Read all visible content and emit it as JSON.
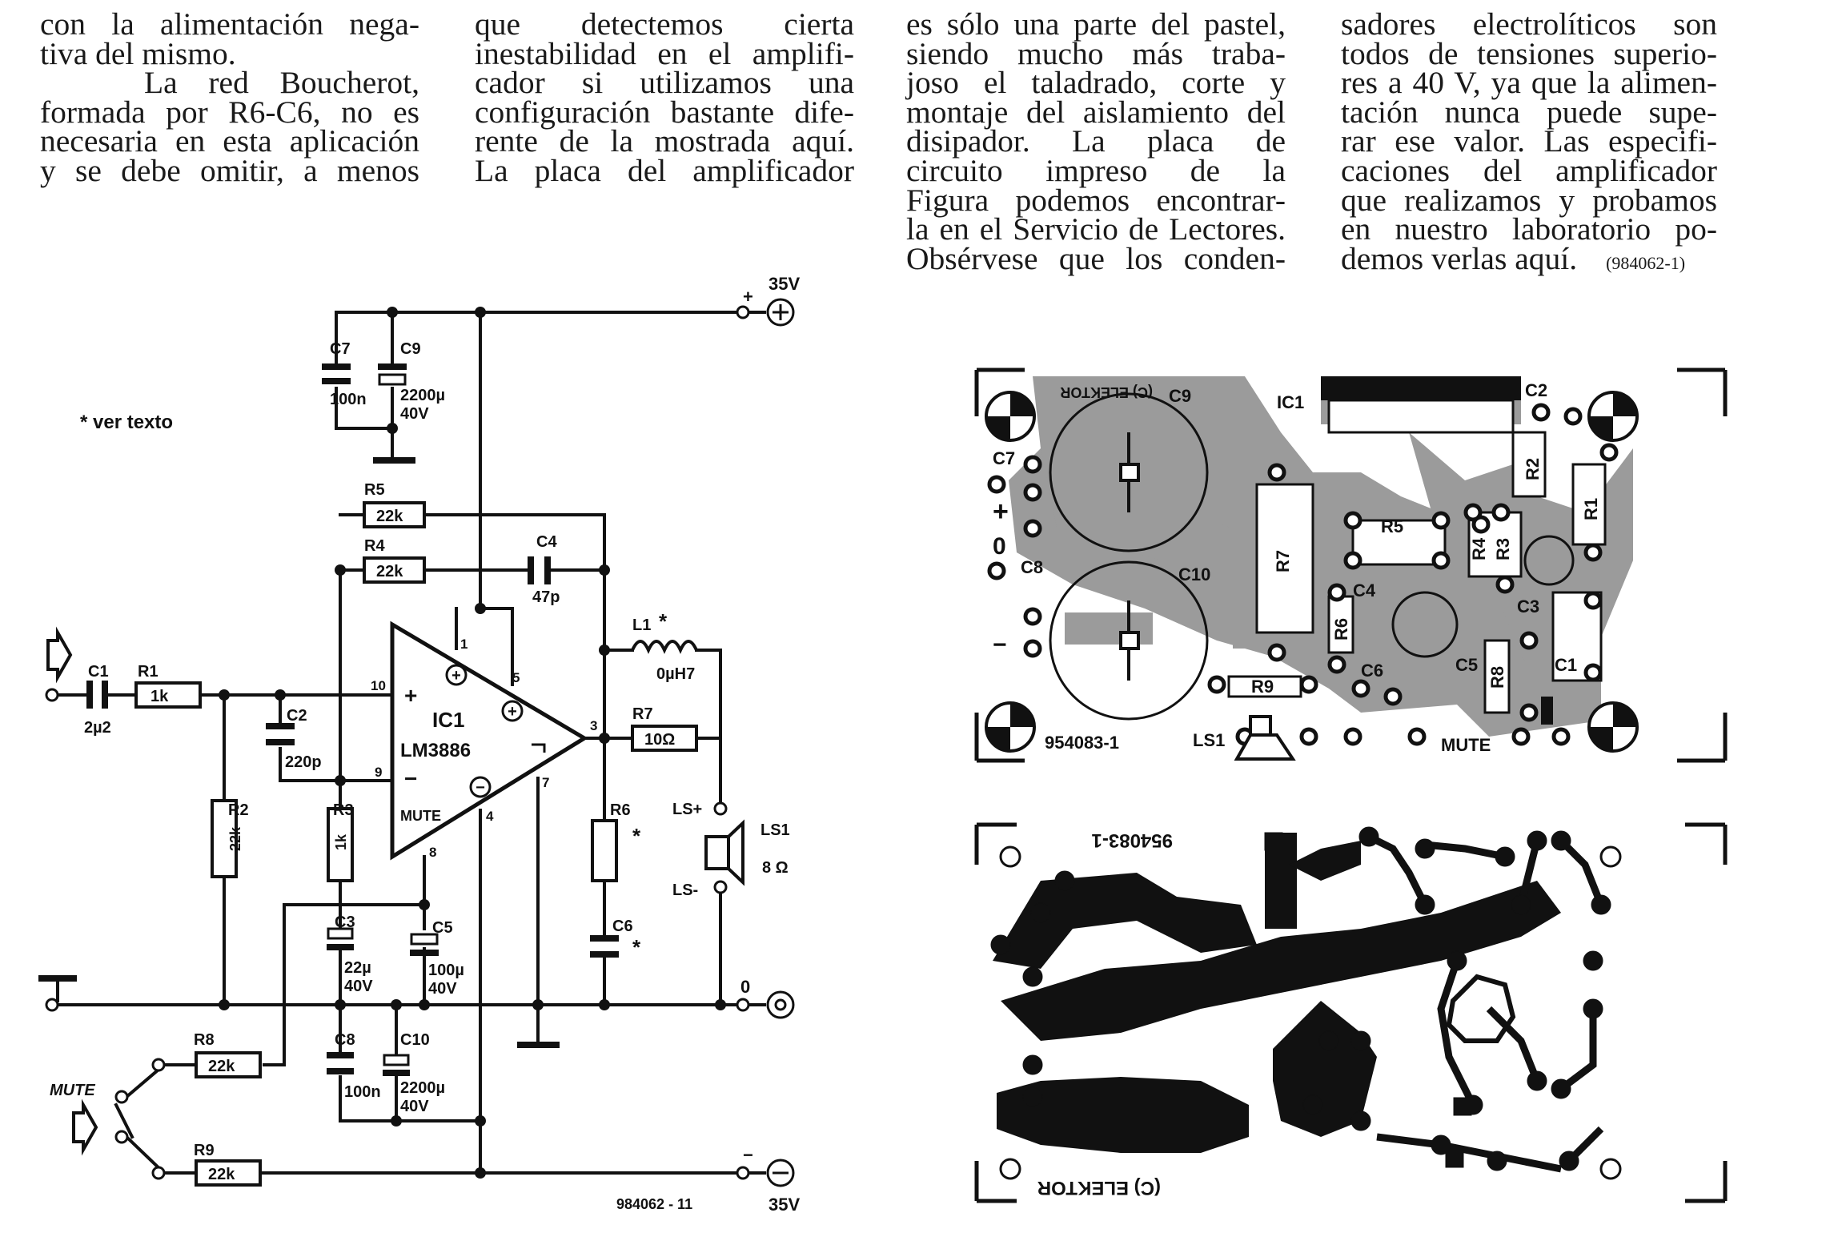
{
  "article": {
    "col1": [
      "con la alimentación nega-",
      "tiva del mismo.",
      "La red Boucherot,",
      "formada por R6-C6, no es",
      "necesaria en esta aplicación",
      "y se debe omitir, a menos"
    ],
    "col2": [
      "que detectemos cierta",
      "inestabilidad en el amplifi-",
      "cador si utilizamos una",
      "configuración bastante dife-",
      "rente de la mostrada aquí.",
      "La placa del amplificador"
    ],
    "col3": [
      "es sólo una parte del pastel,",
      "siendo mucho más traba-",
      "joso el taladrado, corte y",
      "montaje del aislamiento del",
      "disipador. La placa de",
      "circuito impreso de la",
      "Figura podemos encontrar-",
      "la en el Servicio de Lectores.",
      "Obsérvese que los conden-"
    ],
    "col4": [
      "sadores electrolíticos son",
      "todos de tensiones superio-",
      "res a 40 V, ya que la alimen-",
      "tación nunca puede supe-",
      "rar ese valor. Las especifi-",
      "caciones del amplificador",
      "que realizamos y probamos",
      "en nuestro laboratorio po-",
      "demos verlas aquí."
    ],
    "ref": "(984062-1)"
  },
  "schematic": {
    "note": "* ver texto",
    "figure_ref": "984062 - 11",
    "ic_name": "IC1",
    "ic_type": "LM3886",
    "mute_pin_label": "MUTE",
    "mute_label": "MUTE",
    "supply_pos": "35V",
    "supply_neg": "35V",
    "ground": "0",
    "components": {
      "C1": "C1",
      "C1v": "2µ2",
      "R1": "R1",
      "R1v": "1k",
      "C2": "C2",
      "C2v": "220p",
      "R2": "R2",
      "R2v": "22k",
      "R3": "R3",
      "R3v": "1k",
      "R4": "R4",
      "R4v": "22k",
      "R5": "R5",
      "R5v": "22k",
      "C4": "C4",
      "C4v": "47p",
      "C7": "C7",
      "C7v": "100n",
      "C9": "C9",
      "C9v": "2200µ",
      "C9v2": "40V",
      "C3": "C3",
      "C3v": "22µ",
      "C3v2": "40V",
      "C5": "C5",
      "C5v": "100µ",
      "C5v2": "40V",
      "C8": "C8",
      "C8v": "100n",
      "C10": "C10",
      "C10v": "2200µ",
      "C10v2": "40V",
      "R8": "R8",
      "R8v": "22k",
      "R9": "R9",
      "R9v": "22k",
      "L1": "L1",
      "L1v": "0µH7",
      "R7": "R7",
      "R7v": "10Ω",
      "R6": "R6",
      "C6": "C6",
      "LS1": "LS1",
      "LS1v": "8 Ω",
      "LSp": "LS+",
      "LSm": "LS-"
    },
    "pins": [
      "10",
      "9",
      "5",
      "1",
      "3",
      "7",
      "4",
      "8"
    ]
  },
  "pcb_layout": {
    "labels": {
      "C9": "C9",
      "copyright_mirror": "(C) ELEKTOR",
      "IC1": "IC1",
      "C2": "C2",
      "C7": "C7",
      "R2": "R2",
      "R1": "R1",
      "R5": "R5",
      "R4": "R4",
      "R3": "R3",
      "R7": "R7",
      "C8": "C8",
      "C10": "C10",
      "C4": "C4",
      "C3": "C3",
      "R6": "R6",
      "C5": "C5",
      "R8": "R8",
      "C1": "C1",
      "C6": "C6",
      "R9": "R9",
      "LS1": "LS1",
      "MUTE": "MUTE",
      "board_num": "954083-1",
      "plus": "+",
      "zero": "0",
      "minus": "−"
    }
  },
  "copper": {
    "board_num": "954083-1",
    "copyright": "(C) ELEKTOR"
  }
}
